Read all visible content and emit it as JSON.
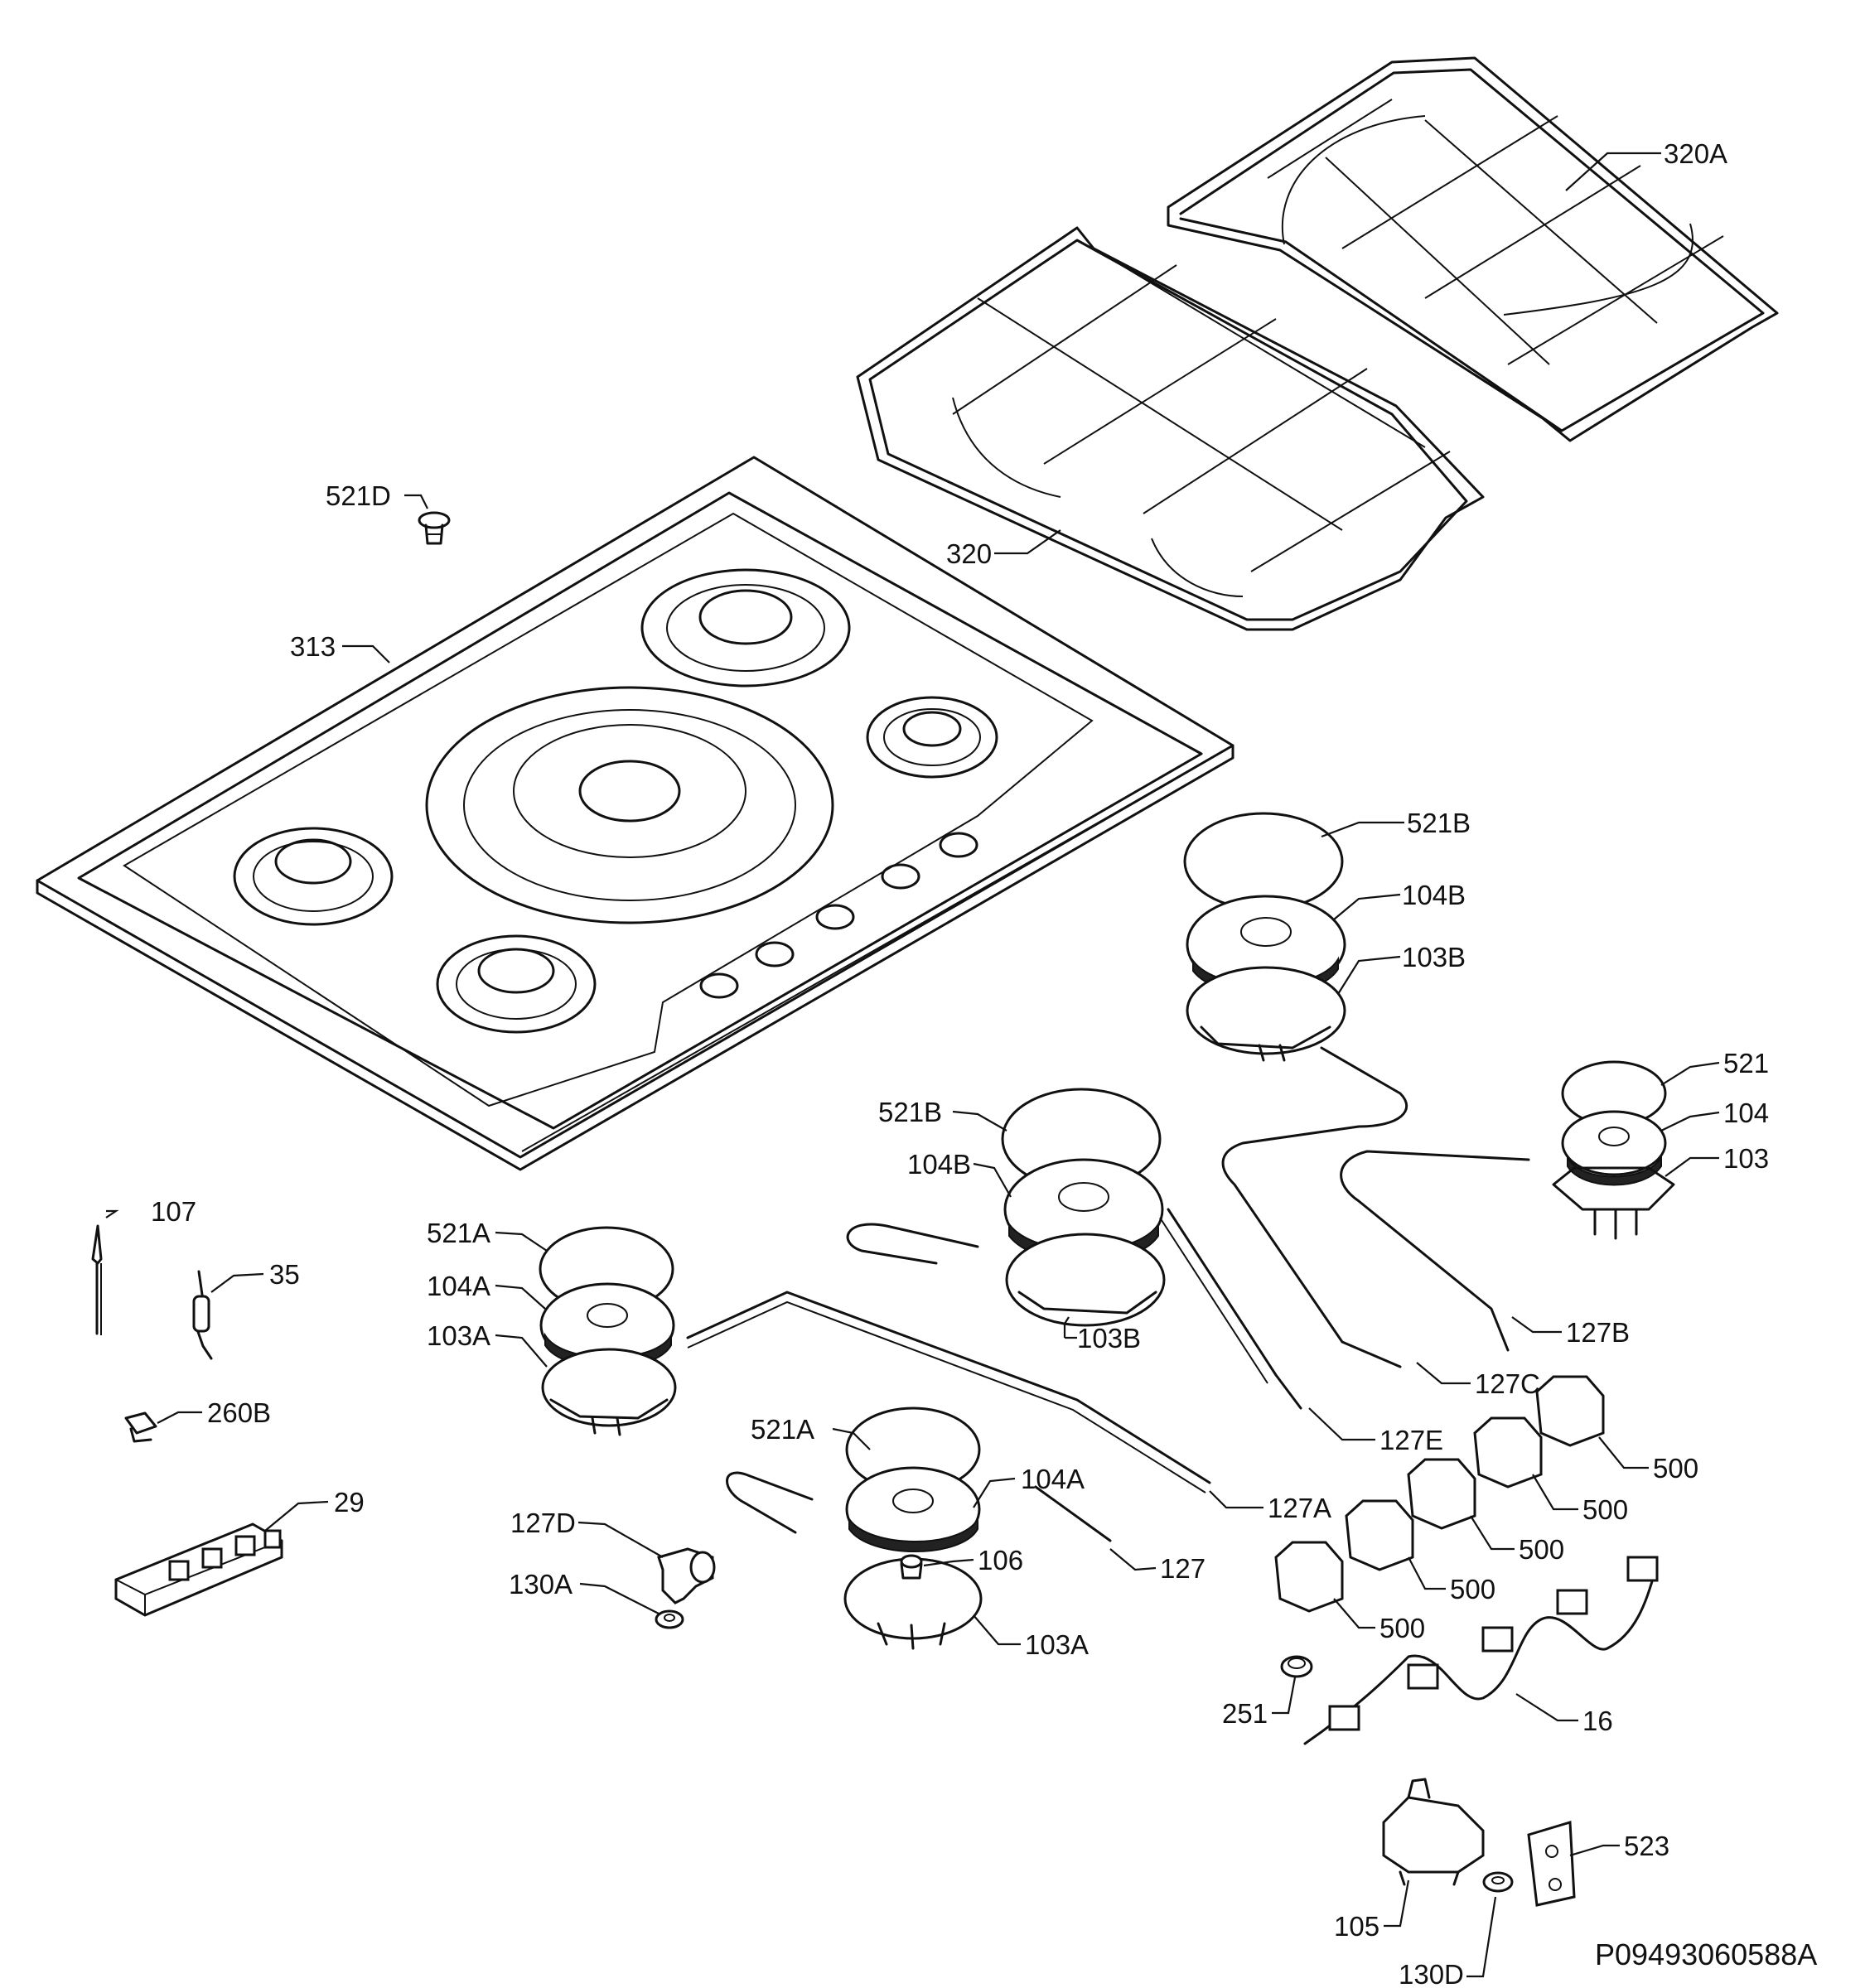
{
  "drawing_code": "P09493060588A",
  "colors": {
    "line": "#111111",
    "background": "#ffffff"
  },
  "labels": [
    {
      "id": "320A",
      "text": "320A"
    },
    {
      "id": "320",
      "text": "320"
    },
    {
      "id": "521D",
      "text": "521D"
    },
    {
      "id": "313",
      "text": "313"
    },
    {
      "id": "521B_r",
      "text": "521B"
    },
    {
      "id": "104B_r",
      "text": "104B"
    },
    {
      "id": "103B_r",
      "text": "103B"
    },
    {
      "id": "521",
      "text": "521"
    },
    {
      "id": "104",
      "text": "104"
    },
    {
      "id": "103",
      "text": "103"
    },
    {
      "id": "521B_c",
      "text": "521B"
    },
    {
      "id": "104B_c",
      "text": "104B"
    },
    {
      "id": "103B_c",
      "text": "103B"
    },
    {
      "id": "107",
      "text": "107"
    },
    {
      "id": "35",
      "text": "35"
    },
    {
      "id": "521A_l",
      "text": "521A"
    },
    {
      "id": "104A_l",
      "text": "104A"
    },
    {
      "id": "103A_l",
      "text": "103A"
    },
    {
      "id": "260B",
      "text": "260B"
    },
    {
      "id": "29",
      "text": "29"
    },
    {
      "id": "127B",
      "text": "127B"
    },
    {
      "id": "127C",
      "text": "127C"
    },
    {
      "id": "127E",
      "text": "127E"
    },
    {
      "id": "500_1",
      "text": "500"
    },
    {
      "id": "500_2",
      "text": "500"
    },
    {
      "id": "500_3",
      "text": "500"
    },
    {
      "id": "500_4",
      "text": "500"
    },
    {
      "id": "500_5",
      "text": "500"
    },
    {
      "id": "521A_c",
      "text": "521A"
    },
    {
      "id": "104A_c",
      "text": "104A"
    },
    {
      "id": "127A",
      "text": "127A"
    },
    {
      "id": "127D",
      "text": "127D"
    },
    {
      "id": "127",
      "text": "127"
    },
    {
      "id": "106",
      "text": "106"
    },
    {
      "id": "130A",
      "text": "130A"
    },
    {
      "id": "103A_c",
      "text": "103A"
    },
    {
      "id": "251",
      "text": "251"
    },
    {
      "id": "16",
      "text": "16"
    },
    {
      "id": "523",
      "text": "523"
    },
    {
      "id": "105",
      "text": "105"
    },
    {
      "id": "130D",
      "text": "130D"
    }
  ]
}
